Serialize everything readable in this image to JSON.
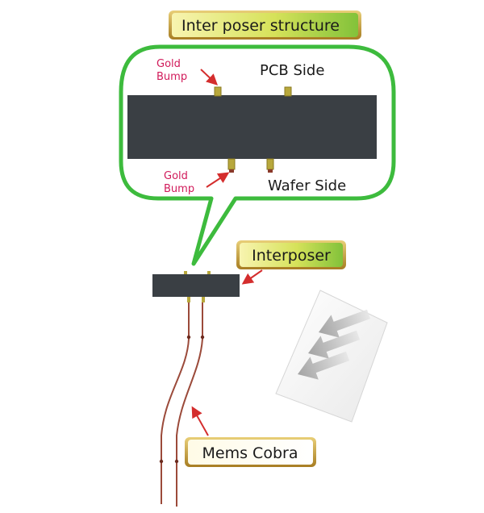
{
  "labels": {
    "title": "Inter poser structure",
    "pcb_side": "PCB Side",
    "wafer_side": "Wafer Side",
    "gold_bump_top_line1": "Gold",
    "gold_bump_top_line2": "Bump",
    "gold_bump_bottom_line1": "Gold",
    "gold_bump_bottom_line2": "Bump",
    "interposer": "Interposer",
    "mems_cobra": "Mems Cobra"
  },
  "colors": {
    "callout_border": "#3dbb3d",
    "interposer_body": "#3a3f44",
    "gold_bump": "#b8a83c",
    "arrow_red": "#d42d2d",
    "gold_bump_text": "#d11a5a",
    "wire_brown": "#9b4a3a",
    "label_border": "#c9a23a"
  }
}
